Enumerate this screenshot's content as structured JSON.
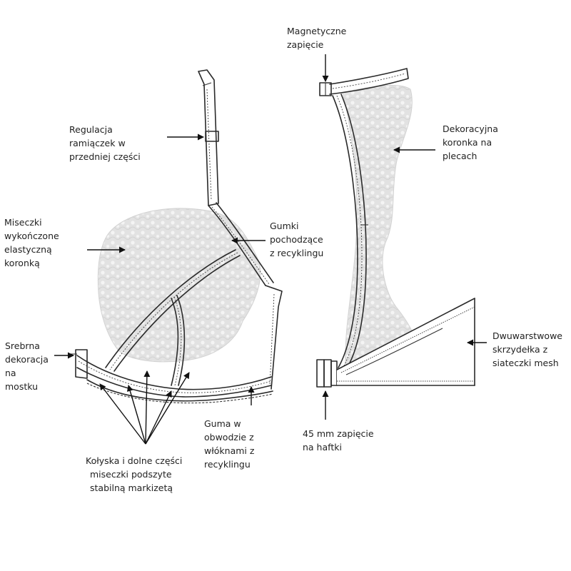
{
  "labels": {
    "strap_adjust": [
      "Regulacja",
      "ramiączek w",
      "przedniej części"
    ],
    "cups_lace": [
      "Miseczki",
      "wykończone",
      "elastyczną",
      "koronką"
    ],
    "recycled_elastic": [
      "Gumki",
      "pochodzące",
      "z recyklingu"
    ],
    "silver_decor": [
      "Srebrna",
      "dekoracja",
      "na",
      "mostku"
    ],
    "underband": [
      "Guma w",
      "obwodzie z",
      "włóknami z",
      "recyklingu"
    ],
    "cradle": [
      "Kołyska i dolne części",
      "miseczki podszyte",
      "stabilną markizetą"
    ],
    "magnetic_clasp": [
      "Magnetyczne",
      "zapięcie"
    ],
    "shoulder_lace": [
      "Dekoracyjna",
      "koronka na",
      "plecach"
    ],
    "mesh_wings": [
      "Dwuwarstwowe",
      "skrzydełka z",
      "siateczki mesh"
    ],
    "hook_clasp": [
      "45 mm zapięcie",
      "na haftki"
    ]
  },
  "colors": {
    "line": "#2a2a2a",
    "lace": "#e4e4e4",
    "text": "#222222"
  }
}
